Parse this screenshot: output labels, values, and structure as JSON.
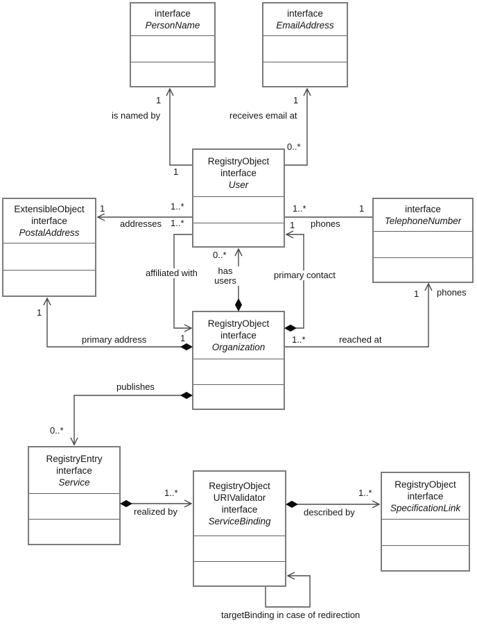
{
  "diagram": {
    "type": "uml-class-diagram",
    "subject": "JAXR information model interfaces",
    "colors": {
      "box_border": "#7a7a7a",
      "connector": "#4a4a4a",
      "text": "#141414",
      "background": "#ffffff"
    },
    "classes": [
      {
        "id": "person-name",
        "lines": [
          "interface"
        ],
        "name": "PersonName"
      },
      {
        "id": "email-address",
        "lines": [
          "interface"
        ],
        "name": "EmailAddress"
      },
      {
        "id": "user",
        "lines": [
          "RegistryObject",
          "interface"
        ],
        "name": "User"
      },
      {
        "id": "postal-address",
        "lines": [
          "ExtensibleObject",
          "interface"
        ],
        "name": "PostalAddress"
      },
      {
        "id": "telephone-number",
        "lines": [
          "interface"
        ],
        "name": "TelephoneNumber"
      },
      {
        "id": "organization",
        "lines": [
          "RegistryObject",
          "interface"
        ],
        "name": "Organization"
      },
      {
        "id": "service",
        "lines": [
          "RegistryEntry",
          "interface"
        ],
        "name": "Service"
      },
      {
        "id": "service-binding",
        "lines": [
          "RegistryObject",
          "URIValidator",
          "interface"
        ],
        "name": "ServiceBinding"
      },
      {
        "id": "specification-link",
        "lines": [
          "RegistryObject",
          "interface"
        ],
        "name": "SpecificationLink"
      }
    ],
    "associations": [
      {
        "id": "is-named-by",
        "label": "is named by",
        "source": "User",
        "target": "PersonName",
        "mult_source": "1",
        "mult_target": "1"
      },
      {
        "id": "receives-email-at",
        "label": "receives email at",
        "source": "User",
        "target": "EmailAddress",
        "mult_source": "0..*",
        "mult_target": "1"
      },
      {
        "id": "addresses",
        "label": "addresses",
        "source": "User",
        "target": "PostalAddress",
        "mult_source": "1..*",
        "mult_target": "1"
      },
      {
        "id": "affiliated-with",
        "label": "affiliated with",
        "source": "User",
        "target": "Organization",
        "mult_source": "1..*"
      },
      {
        "id": "has-users",
        "label": "has users",
        "source": "Organization",
        "target": "User",
        "mult_target": "0..*"
      },
      {
        "id": "primary-contact",
        "label": "primary contact",
        "source": "Organization",
        "target": "User",
        "mult_target": "1"
      },
      {
        "id": "phones-user",
        "label": "phones",
        "source": "User",
        "target": "TelephoneNumber",
        "mult_source": "1..*",
        "mult_target": "1"
      },
      {
        "id": "primary-address",
        "label": "primary address",
        "source": "Organization",
        "target": "PostalAddress",
        "mult_source": "1",
        "mult_target": "1"
      },
      {
        "id": "reached-at",
        "label": "reached at",
        "role_label": "phones",
        "source": "Organization",
        "target": "TelephoneNumber",
        "mult_source": "1..*",
        "mult_target": "1"
      },
      {
        "id": "publishes",
        "label": "publishes",
        "source": "Organization",
        "target": "Service",
        "mult_target": "0..*"
      },
      {
        "id": "realized-by",
        "label": "realized by",
        "source": "Service",
        "target": "ServiceBinding",
        "mult_target": "1..*"
      },
      {
        "id": "described-by",
        "label": "described by",
        "source": "ServiceBinding",
        "target": "SpecificationLink",
        "mult_target": "1..*"
      },
      {
        "id": "target-binding",
        "label": "targetBinding in case of redirection",
        "source": "ServiceBinding",
        "target": "ServiceBinding"
      }
    ]
  }
}
